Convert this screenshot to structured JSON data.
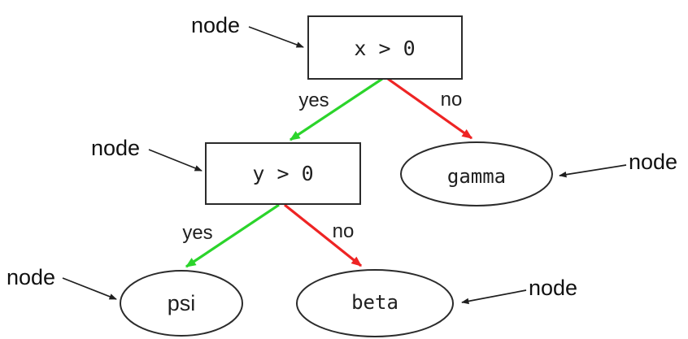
{
  "diagram": {
    "nodes": {
      "root": {
        "label": "x > 0",
        "shape": "rectangle"
      },
      "branch": {
        "label": "y > 0",
        "shape": "rectangle"
      },
      "gamma": {
        "label": "gamma",
        "shape": "ellipse"
      },
      "psi": {
        "label": "psi",
        "shape": "ellipse"
      },
      "beta": {
        "label": "beta",
        "shape": "ellipse"
      }
    },
    "edges": {
      "root_yes": {
        "label": "yes",
        "from": "x > 0",
        "to": "y > 0"
      },
      "root_no": {
        "label": "no",
        "from": "x > 0",
        "to": "gamma"
      },
      "branch_yes": {
        "label": "yes",
        "from": "y > 0",
        "to": "psi"
      },
      "branch_no": {
        "label": "no",
        "from": "y > 0",
        "to": "beta"
      }
    },
    "annotations": {
      "root": "node",
      "branch": "node",
      "gamma": "node",
      "psi": "node",
      "beta": "node"
    },
    "colors": {
      "yes_edge": "#2bd42b",
      "no_edge": "#ee2424",
      "outline": "#2b2b2b",
      "text": "#1f1f1f",
      "background": "#ffffff"
    }
  }
}
